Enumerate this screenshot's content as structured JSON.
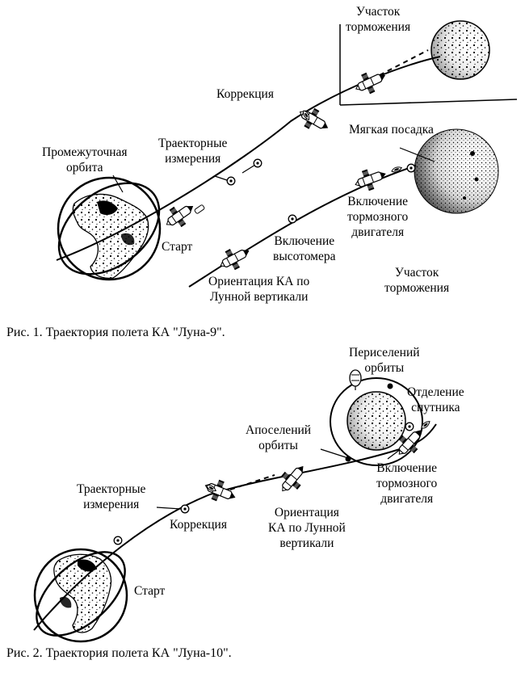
{
  "figure1": {
    "caption": "Рис. 1. Траектория полета КА \"Луна-9\".",
    "labels": {
      "braking_segment_top": [
        "Участок",
        "торможения"
      ],
      "correction": "Коррекция",
      "trajectory_measurements": [
        "Траекторные",
        "измерения"
      ],
      "soft_landing": "Мягкая посадка",
      "parking_orbit": [
        "Промежуточная",
        "орбита"
      ],
      "brake_engine_on": [
        "Включение",
        "тормозного",
        "двигателя"
      ],
      "start": "Старт",
      "altimeter_on": [
        "Включение",
        "высотомера"
      ],
      "braking_segment_bottom": [
        "Участок",
        "торможения"
      ],
      "orientation": [
        "Ориентация КА по",
        "Лунной вертикали"
      ]
    }
  },
  "figure2": {
    "caption": "Рис. 2. Траектория полета КА \"Луна-10\".",
    "labels": {
      "periselene": [
        "Периселений",
        "орбиты"
      ],
      "separation": [
        "Отделение",
        "спутника"
      ],
      "aposelene": [
        "Апоселений",
        "орбиты"
      ],
      "brake_engine_on": [
        "Включение",
        "тормозного",
        "двигателя"
      ],
      "trajectory_measurements": [
        "Траекторные",
        "измерения"
      ],
      "orientation": [
        "Ориентация",
        "КА по Лунной",
        "вертикали"
      ],
      "correction": "Коррекция",
      "start": "Старт"
    }
  }
}
